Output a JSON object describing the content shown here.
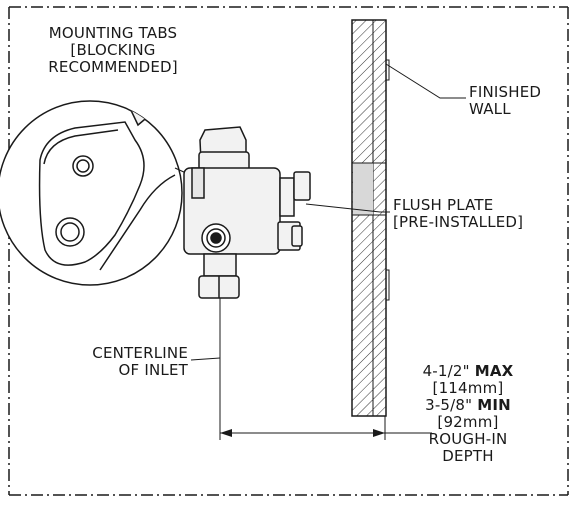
{
  "labels": {
    "mounting_tabs_1": "MOUNTING TABS",
    "mounting_tabs_2": "[BLOCKING",
    "mounting_tabs_3": "RECOMMENDED]",
    "finished_wall_1": "FINISHED",
    "finished_wall_2": "WALL",
    "flush_plate_1": "FLUSH PLATE",
    "flush_plate_2": "[PRE-INSTALLED]",
    "centerline_1": "CENTERLINE",
    "centerline_2": "OF INLET",
    "max_value": "4-1/2\"",
    "max_word": "MAX",
    "max_metric": "[114mm]",
    "min_value": "3-5/8\"",
    "min_word": "MIN",
    "min_metric": "[92mm]",
    "rough_in_1": "ROUGH-IN",
    "rough_in_2": "DEPTH"
  },
  "colors": {
    "line": "#1a1a1a",
    "hatch": "#333333",
    "plate_fill": "#d8d8d8",
    "body_fill": "#f2f2f2"
  },
  "icons": [
    "valve-body-icon",
    "detail-magnifier-icon"
  ]
}
